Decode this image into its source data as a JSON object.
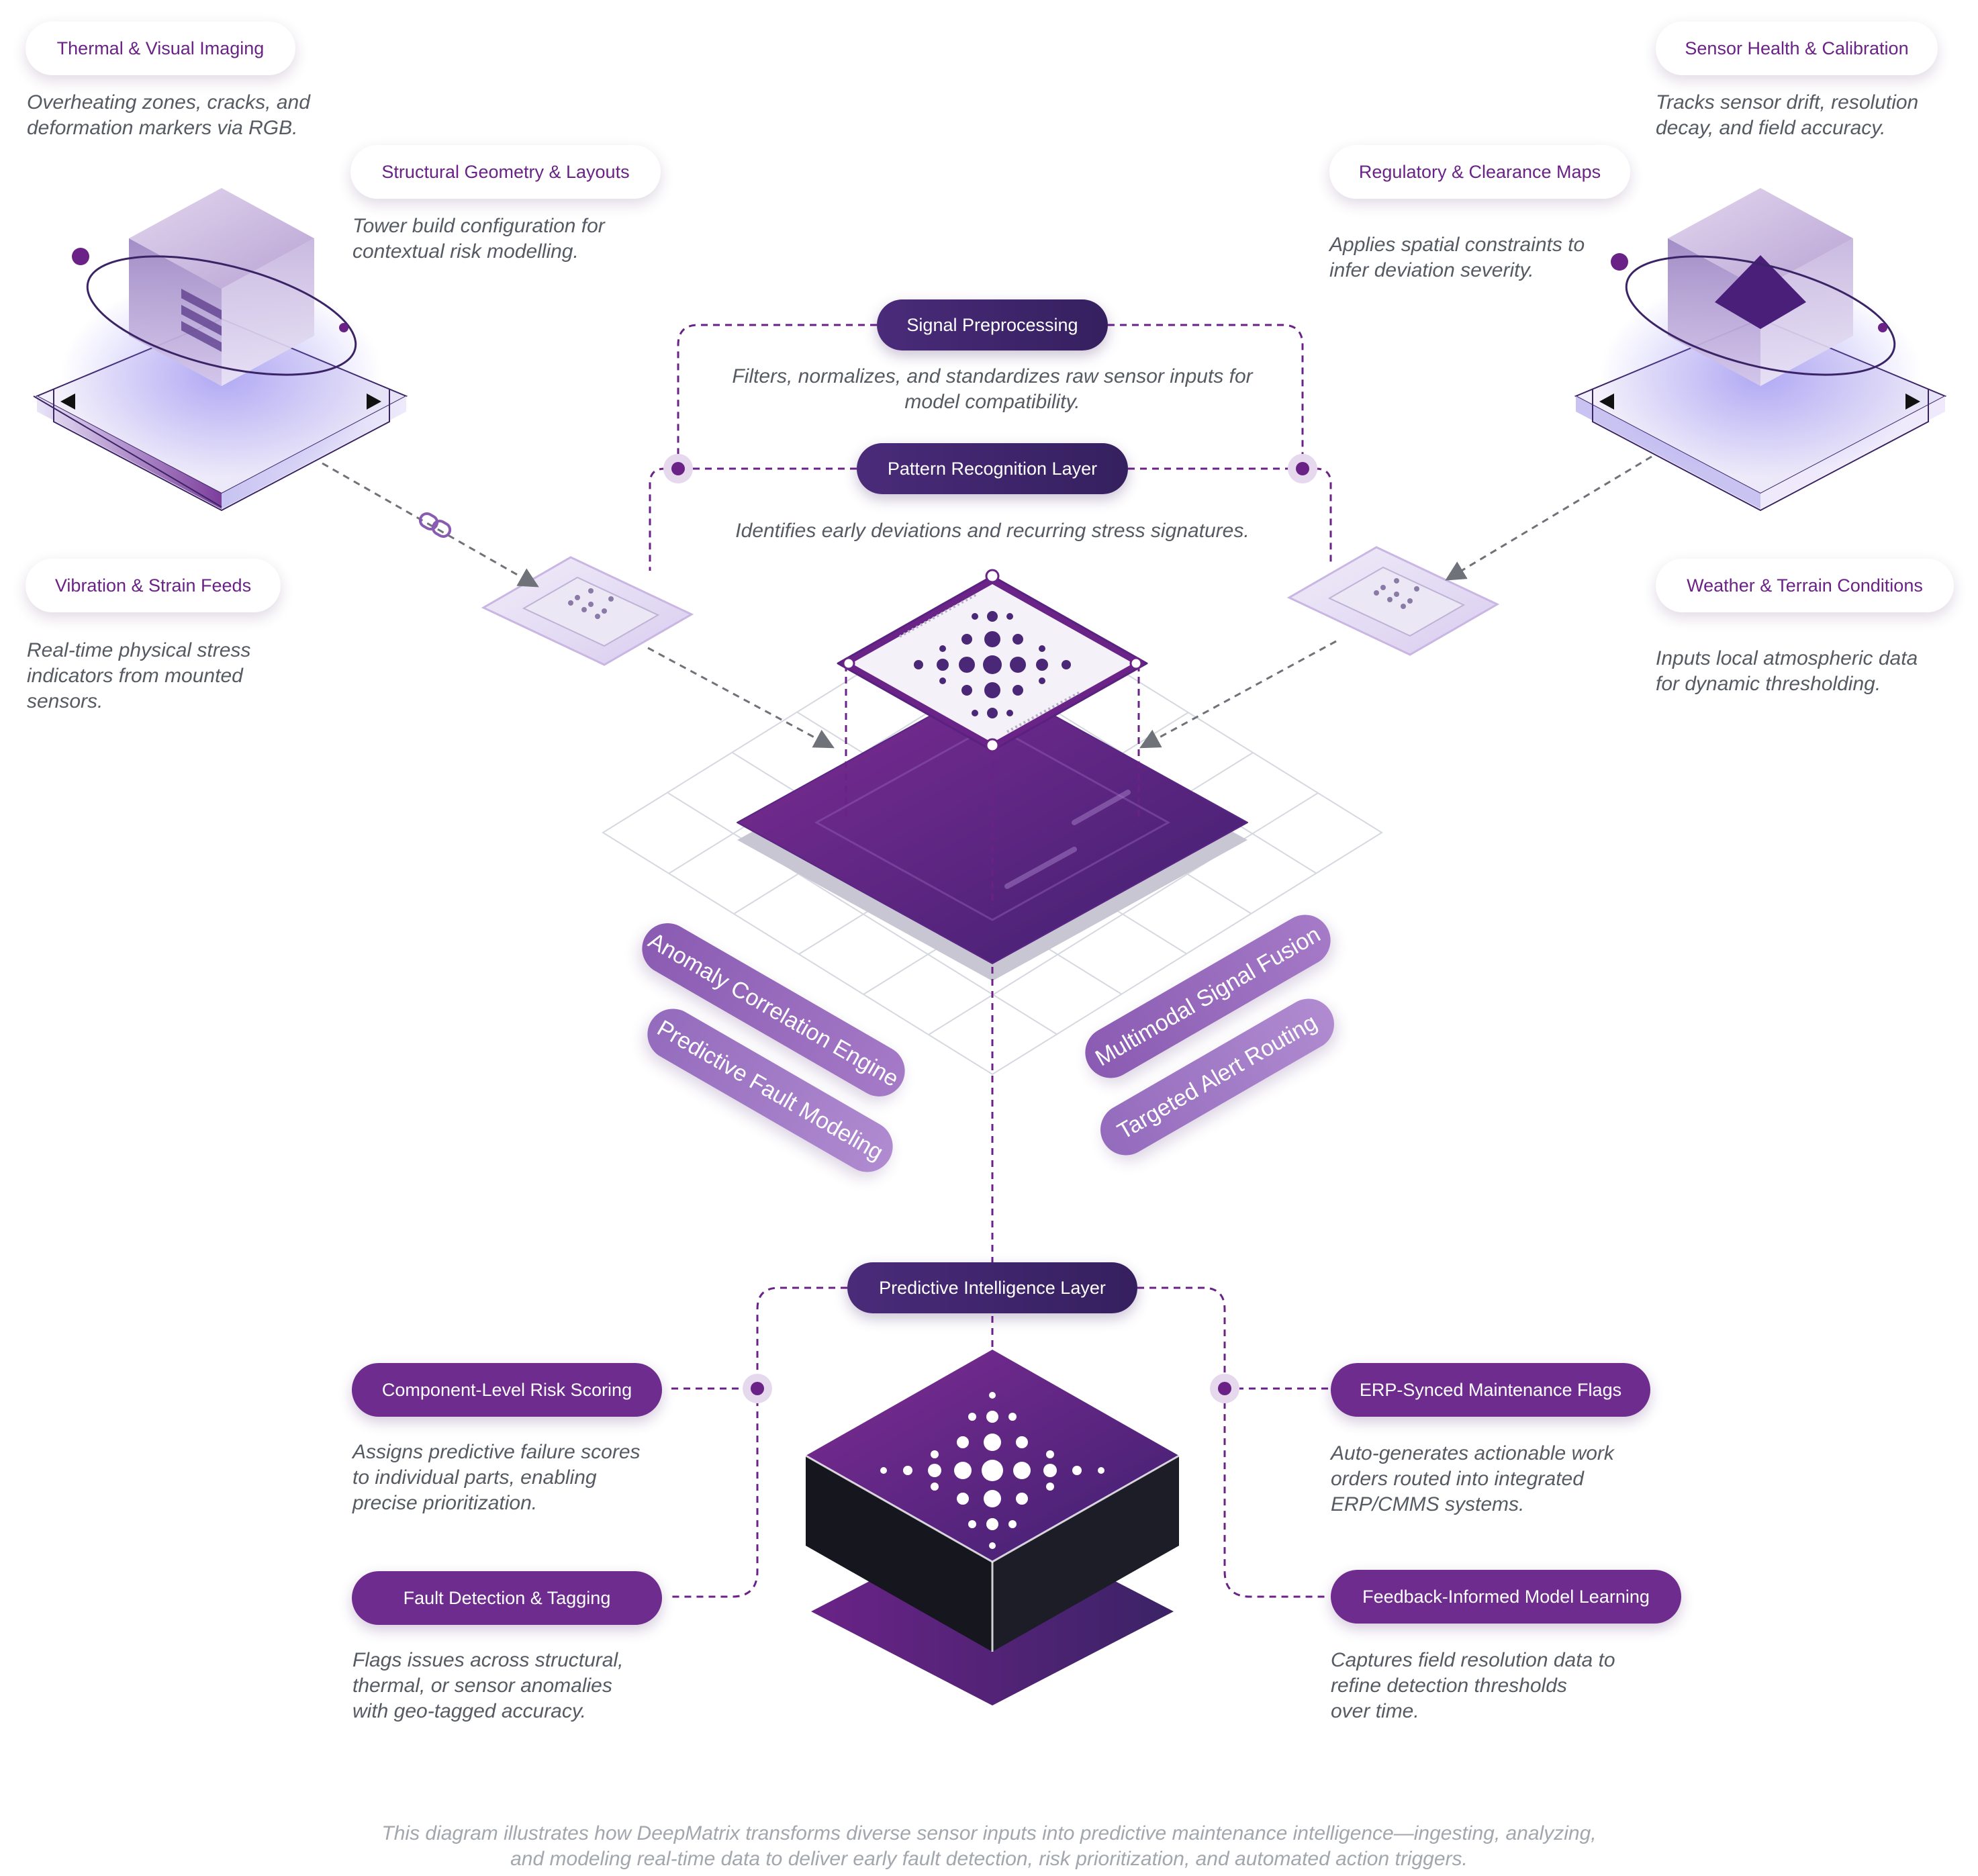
{
  "inputs": {
    "thermal": {
      "title": "Thermal & Visual Imaging",
      "desc": [
        "Overheating zones, cracks, and",
        "deformation markers via RGB."
      ]
    },
    "structural": {
      "title": "Structural Geometry & Layouts",
      "desc": [
        "Tower build configuration for",
        "contextual risk modelling."
      ]
    },
    "vibration": {
      "title": "Vibration & Strain Feeds",
      "desc": [
        "Real-time physical stress",
        "indicators from mounted",
        "sensors."
      ]
    },
    "sensor_health": {
      "title": "Sensor Health & Calibration",
      "desc": [
        "Tracks sensor drift, resolution",
        "decay, and field accuracy."
      ]
    },
    "regulatory": {
      "title": "Regulatory & Clearance Maps",
      "desc": [
        "Applies spatial constraints to",
        "infer deviation severity."
      ]
    },
    "weather": {
      "title": "Weather & Terrain Conditions",
      "desc": [
        "Inputs local atmospheric data",
        "for dynamic thresholding."
      ]
    }
  },
  "processing": {
    "signal": {
      "title": "Signal Preprocessing",
      "desc": [
        "Filters, normalizes, and standardizes raw sensor inputs for",
        "model compatibility."
      ]
    },
    "pattern": {
      "title": "Pattern Recognition Layer",
      "desc": [
        "Identifies early deviations and recurring stress signatures."
      ]
    }
  },
  "capabilities": {
    "anomaly": "Anomaly Correlation Engine",
    "predictive_fault": "Predictive Fault Modeling",
    "multimodal": "Multimodal Signal Fusion",
    "targeted": "Targeted Alert Routing"
  },
  "intelligence": {
    "title": "Predictive Intelligence Layer"
  },
  "outputs": {
    "risk": {
      "title": "Component-Level Risk Scoring",
      "desc": [
        "Assigns predictive failure scores",
        "to individual parts, enabling",
        "precise prioritization."
      ]
    },
    "fault": {
      "title": "Fault Detection & Tagging",
      "desc": [
        "Flags issues across structural,",
        "thermal, or sensor anomalies",
        "with geo-tagged accuracy."
      ]
    },
    "erp": {
      "title": "ERP-Synced Maintenance Flags",
      "desc": [
        "Auto-generates actionable work",
        "orders routed into integrated",
        "ERP/CMMS systems."
      ]
    },
    "feedback": {
      "title": "Feedback-Informed Model Learning",
      "desc": [
        "Captures field resolution data to",
        "refine detection thresholds",
        "over time."
      ]
    }
  },
  "footer": [
    "This diagram illustrates how DeepMatrix transforms diverse sensor inputs into predictive maintenance intelligence—ingesting, analyzing,",
    "and modeling real-time data to deliver early fault detection, risk prioritization, and automated action triggers."
  ],
  "colors": {
    "primary": "#6e2c8e",
    "dark_pill": "#3b2466",
    "accent_light": "#a57ac7",
    "text": "#555a63",
    "footer_text": "#a2a6ad",
    "connector": "#6a2287"
  }
}
